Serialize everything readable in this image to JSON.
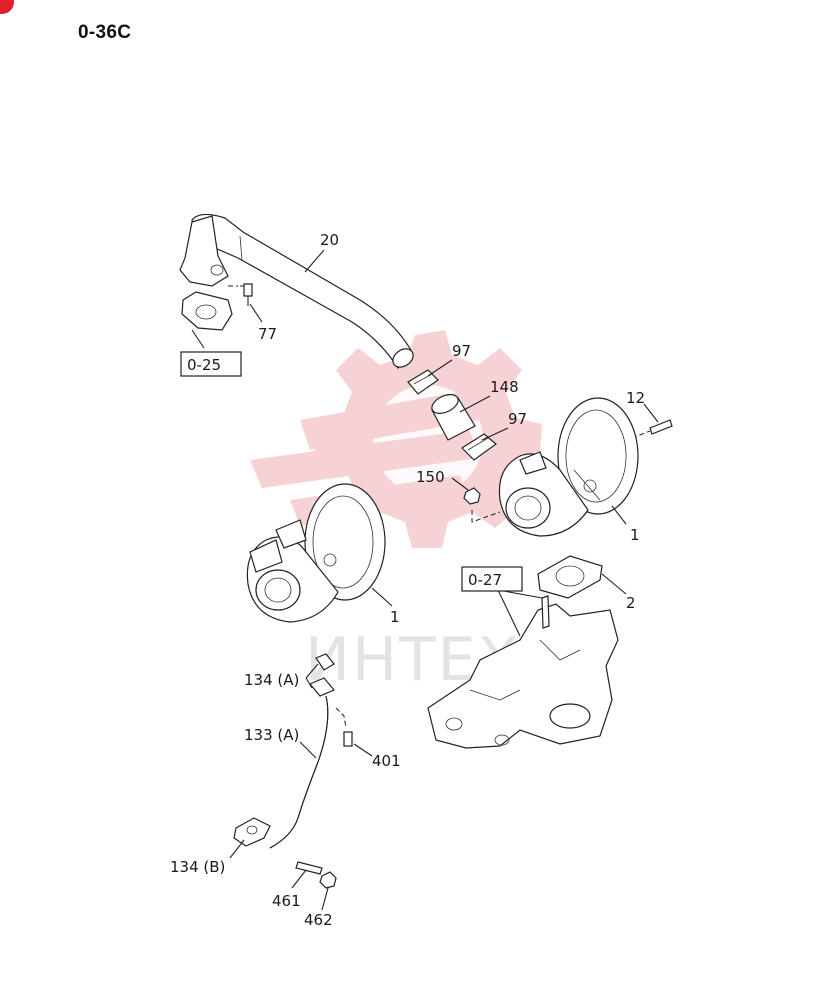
{
  "page": {
    "code": "0-36C"
  },
  "watermark": {
    "text": "ИНТЕХ",
    "color": "#f4c3c6"
  },
  "callouts": [
    {
      "id": "c20",
      "label": "20"
    },
    {
      "id": "c77",
      "label": "77"
    },
    {
      "id": "c97a",
      "label": "97"
    },
    {
      "id": "c148",
      "label": "148"
    },
    {
      "id": "c97b",
      "label": "97"
    },
    {
      "id": "c12",
      "label": "12"
    },
    {
      "id": "c150",
      "label": "150"
    },
    {
      "id": "c1a",
      "label": "1"
    },
    {
      "id": "c1b",
      "label": "1"
    },
    {
      "id": "c2",
      "label": "2"
    },
    {
      "id": "c134a",
      "label": "134 (A)"
    },
    {
      "id": "c133a",
      "label": "133 (A)"
    },
    {
      "id": "c401",
      "label": "401"
    },
    {
      "id": "c134b",
      "label": "134 (B)"
    },
    {
      "id": "c461",
      "label": "461"
    },
    {
      "id": "c462",
      "label": "462"
    }
  ],
  "references": [
    {
      "id": "r025",
      "label": "0-25"
    },
    {
      "id": "r027",
      "label": "0-27"
    }
  ]
}
